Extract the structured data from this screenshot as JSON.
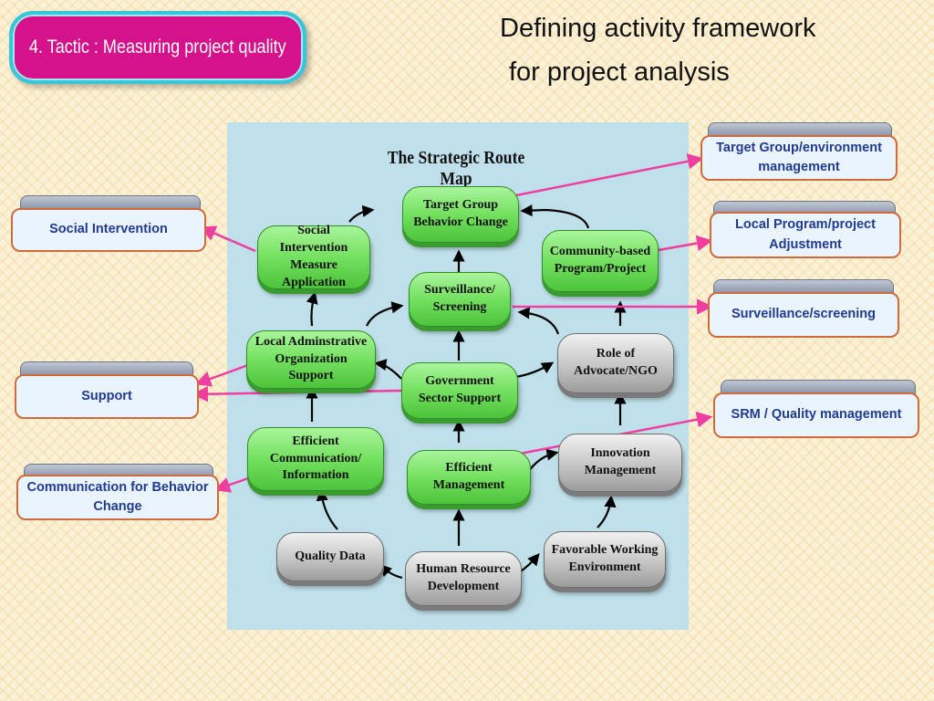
{
  "header": {
    "tactic_label": "4. Tactic : Measuring project quality",
    "title_line1": "Defining activity framework",
    "title_line2": "for project analysis"
  },
  "map": {
    "title": "The Strategic Route Map",
    "nodes": {
      "target_group": "Target Group Behavior Change",
      "social_intervention_measure": "Social Intervention Measure Application",
      "community_based": "Community-based Program/Project",
      "surveillance": "Surveillance/ Screening",
      "local_admin": "Local Adminstrative Organization Support",
      "role_advocate": "Role of Advocate/NGO",
      "government": "Government Sector Support",
      "efficient_comm": "Efficient Communication/ Information",
      "innovation": "Innovation Management",
      "efficient_mgmt": "Efficient Management",
      "quality_data": "Quality Data",
      "favorable": "Favorable Working Environment",
      "human_resource": "Human Resource Development"
    }
  },
  "side_labels": {
    "social_intervention": "Social Intervention",
    "support": "Support",
    "communication": "Communication for Behavior Change",
    "target_group_env": "Target Group/environment management",
    "local_program": "Local Program/project Adjustment",
    "surveillance_screening": "Surveillance/screening",
    "srm_quality": "SRM / Quality management"
  },
  "colors": {
    "tactic_bg": "#d4128c",
    "tactic_border": "#36c7d8",
    "panel_bg": "#bfe0ea",
    "green_node": "#74e060",
    "gray_node": "#c9c9c9",
    "connector": "#ee3ea0",
    "side_text": "#223b8f",
    "side_border": "#cd6b3a"
  }
}
